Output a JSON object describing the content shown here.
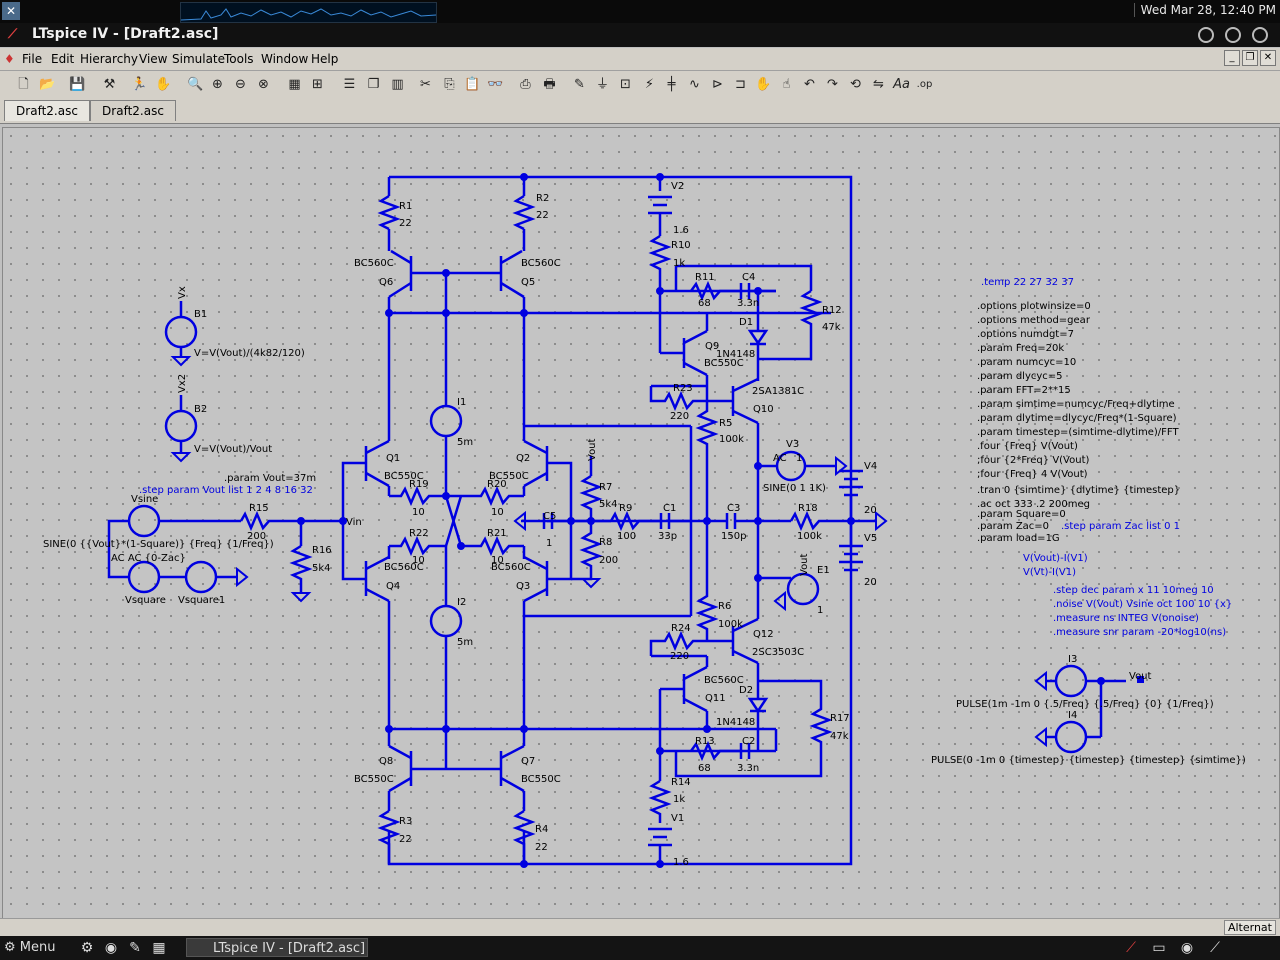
{
  "topbar": {
    "clock": "Wed Mar 28, 12:40 PM"
  },
  "window": {
    "title": "LTspice IV - [Draft2.asc]"
  },
  "menus": [
    "File",
    "Edit",
    "Hierarchy",
    "View",
    "Simulate",
    "Tools",
    "Window",
    "Help"
  ],
  "tabs": [
    {
      "label": "Draft2.asc"
    },
    {
      "label": "Draft2.asc"
    }
  ],
  "status": "Alternat",
  "taskbar": {
    "menu": "Menu",
    "task": "LTspice IV - [Draft2.asc]"
  },
  "schematic": {
    "labels": {
      "R1": "R1",
      "r1v": "22",
      "R2": "R2",
      "r2v": "22",
      "R3": "R3",
      "r3v": "22",
      "R4": "R4",
      "r4v": "22",
      "Q6": "Q6",
      "q6t": "BC560C",
      "Q5": "Q5",
      "q5t": "BC560C",
      "Q1": "Q1",
      "q1t": "BC550C",
      "Q2": "Q2",
      "q2t": "BC550C",
      "Q4": "Q4",
      "q4t": "BC560C",
      "Q3": "Q3",
      "q3t": "BC560C",
      "Q8": "Q8",
      "q8t": "BC550C",
      "Q7": "Q7",
      "q7t": "BC550C",
      "Q9": "Q9",
      "q9t": "BC550C",
      "Q11": "Q11",
      "q11t": "BC560C",
      "Q10": "Q10",
      "q10t": "2SA1381C",
      "Q12": "Q12",
      "q12t": "2SC3503C",
      "R19": "R19",
      "r19v": "10",
      "R20": "R20",
      "r20v": "10",
      "R22": "R22",
      "r22v": "10",
      "R21": "R21",
      "r21v": "10",
      "I1": "I1",
      "i1v": "5m",
      "I2": "I2",
      "i2v": "5m",
      "V2": "V2",
      "v2v": "1.6",
      "V1": "V1",
      "v1v": "1.6",
      "R10": "R10",
      "r10v": "1k",
      "R14": "R14",
      "r14v": "1k",
      "R11": "R11",
      "r11v": "68",
      "C4": "C4",
      "c4v": "3.3n",
      "R13": "R13",
      "r13v": "68",
      "C2": "C2",
      "c2v": "3.3n",
      "D1": "D1",
      "d1t": "1N4148",
      "D2": "D2",
      "d2t": "1N4148",
      "R12": "R12",
      "r12v": "47k",
      "R17": "R17",
      "r17v": "47k",
      "R23": "R23",
      "r23v": "220",
      "R24": "R24",
      "r24v": "220",
      "R5": "R5",
      "r5v": "100k",
      "R6": "R6",
      "r6v": "100k",
      "V3": "V3",
      "v3ac": "AC",
      "v3ac2": "1",
      "v3f": "SINE(0 1 1K)",
      "V4": "V4",
      "v4v": "20",
      "V5": "V5",
      "v5v": "20",
      "R18": "R18",
      "r18v": "100k",
      "E1": "E1",
      "e1v": "1",
      "R7": "R7",
      "r7v": "5k4",
      "R8": "R8",
      "r8v": "200",
      "R9": "R9",
      "r9v": "100",
      "C1": "C1",
      "c1v": "33p",
      "C3": "C3",
      "c3v": "150p",
      "C5": "C5",
      "c5v": "1",
      "R15": "R15",
      "r15v": "200",
      "R16": "R16",
      "r16v": "5k4",
      "B1": "B1",
      "b1f": "V=V(Vout)/(4k82/120)",
      "B2": "B2",
      "b2f": "V=V(Vout)/Vout",
      "Vsine": "Vsine",
      "vsinef": "SINE(0 {{Vout}*(1-Square)} {Freq} {1/Freq})",
      "vsineac": "AC AC {0-Zac}",
      "Vsquare": "Vsquare",
      "Vsquare1": "Vsquare1",
      "I3": "I3",
      "I4": "I4",
      "i3f": "PULSE(1m -1m 0 {.5/Freq} {.5/Freq} {0} {1/Freq})",
      "i4f": "PULSE(0 -1m 0 {timestep} {timestep} {timestep} {simtime})",
      "vin": "Vin",
      "vout": "Vout",
      "vout2": "Vout",
      "vout3": "Vout",
      "vx": "Vx",
      "vx2": "Vx2",
      "p_vout": ".param Vout=37m",
      "step1": ".step param Vout list 1 2 4 8 16 32",
      "temp": ".temp 22 27 32 37",
      "steps2": ".step param Zac list 0 1",
      "meas1": "V(Vout)-I(V1)",
      "meas2": "V(Vt)-I(V1)",
      "noise1": ".step dec param x 11 10meg 10",
      "noise2": ".noise V(Vout) Vsine oct 100 10 {x}",
      "noise3": ".measure ns INTEG V(onoise)",
      "noise4": ".measure snr param -20*log10(ns)"
    },
    "directives": [
      ".options plotwinsize=0",
      ".options method=gear",
      ".options numdgt=7",
      ".param Freq=20k",
      ".param numcyc=10",
      ".param dlycyc=5",
      ".param FFT=2**15",
      ".param simtime=numcyc/Freq+dlytime",
      ".param dlytime=dlycyc/Freq*(1-Square)",
      ".param timestep=(simtime-dlytime)/FFT",
      ".four {Freq} V(Vout)",
      ";four {2*Freq} V(Vout)",
      ";four {Freq} 4 V(Vout)",
      ".tran 0 {simtime} {dlytime} {timestep}",
      ".ac oct 333 .2 200meg",
      ".param Square=0",
      ".param Zac=0",
      ".param load=1G"
    ]
  }
}
